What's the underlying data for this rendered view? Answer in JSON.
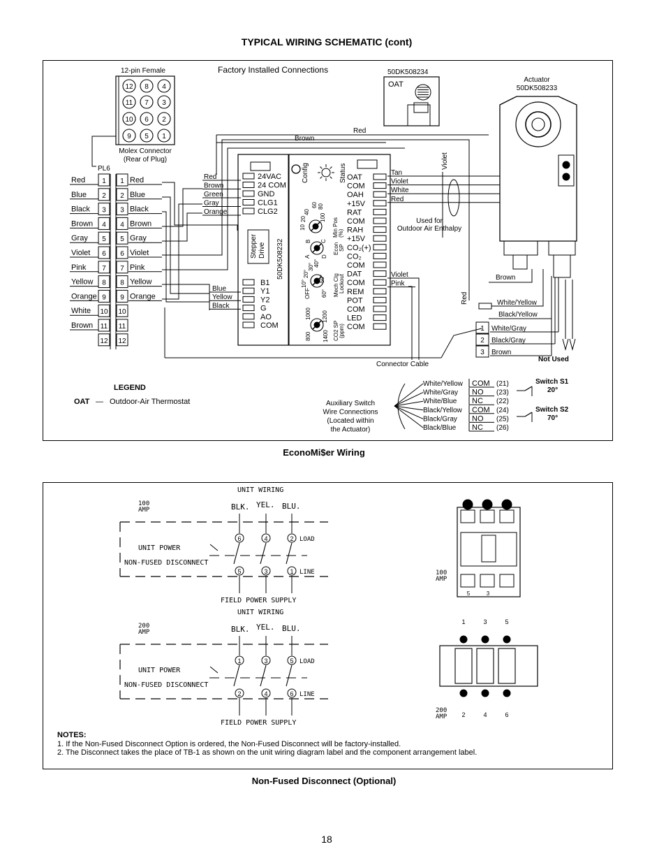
{
  "page": {
    "title": "TYPICAL WIRING SCHEMATIC (cont)",
    "page_number": "18"
  },
  "diagram1": {
    "caption": "EconoMi$er Wiring",
    "molex_label": "12-pin Female",
    "molex_pins": [
      "12",
      "8",
      "4",
      "11",
      "7",
      "3",
      "10",
      "6",
      "2",
      "9",
      "5",
      "1"
    ],
    "molex_caption_line1": "Molex Connector",
    "molex_caption_line2": "(Rear of Plug)",
    "pl6_label": "PL6",
    "left_wires": [
      "Red",
      "Blue",
      "Black",
      "Brown",
      "Gray",
      "Violet",
      "Pink",
      "Yellow",
      "Orange",
      "White",
      "Brown"
    ],
    "plug_pins": [
      "1",
      "2",
      "3",
      "4",
      "5",
      "6",
      "7",
      "8",
      "9",
      "10",
      "11",
      "12"
    ],
    "right_wires": [
      "Red",
      "Blue",
      "Black",
      "Brown",
      "Gray",
      "Violet",
      "Pink",
      "Yellow",
      "Orange"
    ],
    "factory_label": "Factory Installed Connections",
    "wire_red_top": "Red",
    "wire_brown_top": "Brown",
    "ctrl_left_wires": [
      "Red",
      "Brown",
      "Green",
      "Gray",
      "Orange"
    ],
    "ctrl_left_terms": [
      "24VAC",
      "24 COM",
      "GND",
      "CLG1",
      "CLG2"
    ],
    "stepper_label": "Stepper Drive",
    "part_number_ctrl": "50DK508232",
    "ctrl_lower_wires": [
      "Blue",
      "Yellow",
      "Black"
    ],
    "ctrl_lower_terms": [
      "B1",
      "Y1",
      "Y2",
      "G",
      "AO",
      "COM"
    ],
    "config_label": "Config",
    "status_label": "Status",
    "dial1_ticks": [
      "10",
      "20",
      "40",
      "60",
      "80",
      "100"
    ],
    "dial1_label": "Min Pos (%)",
    "dial2_ticks": [
      "A",
      "B",
      "C",
      "D"
    ],
    "dial2_label": "Econ SP",
    "dial3_ticks": [
      "10°",
      "20°",
      "30°",
      "40°",
      "50°",
      "60°",
      "OFF"
    ],
    "dial3_label": "Mech Clg Lockout",
    "dial4_ticks": [
      "800",
      "1000",
      "1200",
      "1400"
    ],
    "dial4_label": "CO2 SP (ppm)",
    "ctrl_right_terms": [
      "OAT",
      "COM",
      "OAH",
      "+15V",
      "RAT",
      "COM",
      "RAH",
      "+15V",
      "CO2(+)",
      "CO2",
      "COM",
      "DAT",
      "COM",
      "REM",
      "POT",
      "COM",
      "LED",
      "COM"
    ],
    "oat_part": "50DK508234",
    "oat_label": "OAT",
    "actuator_label": "Actuator",
    "actuator_part": "50DK508233",
    "act_wires": [
      "Tan",
      "Violet",
      "White",
      "Red"
    ],
    "violet_vertical": "Violet",
    "enthalpy_line1": "Used for",
    "enthalpy_line2": "Outdoor Air Enthalpy",
    "dat_wires": [
      "Violet",
      "Pink"
    ],
    "brown_label": "Brown",
    "red_vertical": "Red",
    "wy_label": "White/Yellow",
    "by_label": "Black/Yellow",
    "tb_pins": [
      "1",
      "2",
      "3"
    ],
    "tb_wires": [
      "White/Gray",
      "Black/Gray",
      "Brown"
    ],
    "not_used": "Not Used",
    "connector_cable": "Connector Cable",
    "legend_title": "LEGEND",
    "legend_key": "OAT",
    "legend_dash": "—",
    "legend_value": "Outdoor-Air Thermostat",
    "aux_lines": [
      "Auxiliary Switch",
      "Wire Connections",
      "(Located within",
      "the Actuator)"
    ],
    "aux_wires": [
      "White/Yellow",
      "White/Gray",
      "White/Blue",
      "Black/Yellow",
      "Black/Gray",
      "Black/Blue"
    ],
    "aux_terms": [
      "COM",
      "NO",
      "NC",
      "COM",
      "NO",
      "NC"
    ],
    "aux_nums": [
      "(21)",
      "(23)",
      "(22)",
      "(24)",
      "(25)",
      "(26)"
    ],
    "switch1": "Switch S1",
    "switch1_temp": "20°",
    "switch2": "Switch S2",
    "switch2_temp": "70°"
  },
  "diagram2": {
    "caption": "Non-Fused Disconnect (Optional)",
    "unit_wiring": "UNIT WIRING",
    "blk": "BLK.",
    "yel": "YEL.",
    "blu": "BLU.",
    "amp100": [
      "100",
      "AMP"
    ],
    "amp200": [
      "200",
      "AMP"
    ],
    "unit_power": "UNIT POWER",
    "nfd": "NON-FUSED DISCONNECT",
    "load": "LOAD",
    "line": "LINE",
    "field_supply": "FIELD POWER SUPPLY",
    "top100": [
      "6",
      "4",
      "2"
    ],
    "bot100": [
      "5",
      "3",
      "1"
    ],
    "top200": [
      "1",
      "3",
      "5"
    ],
    "bot200": [
      "2",
      "4",
      "6"
    ],
    "dev100_bottom": [
      "5",
      "3"
    ],
    "dev200_top": [
      "1",
      "3",
      "5"
    ],
    "dev200_bottom": [
      "2",
      "4",
      "6"
    ]
  },
  "notes": {
    "title": "NOTES:",
    "items": [
      "1.  If the Non-Fused Disconnect Option is ordered, the Non-Fused Disconnect will be factory-installed.",
      "2.  The Disconnect takes the place of TB-1 as shown on the unit wiring diagram label and the component arrangement label."
    ]
  }
}
